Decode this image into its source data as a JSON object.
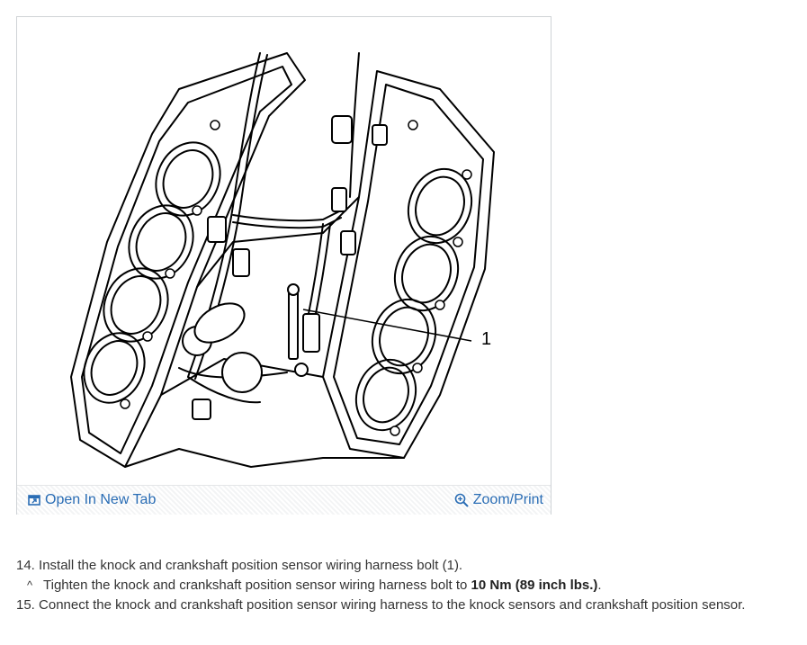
{
  "figure": {
    "callout": "1",
    "toolbar": {
      "open_tab_label": "Open In New Tab",
      "zoom_label": "Zoom/Print",
      "link_color": "#2a6db5"
    }
  },
  "steps": [
    {
      "number": "14.",
      "text": "Install the knock and crankshaft position sensor wiring harness bolt (1).",
      "sub": {
        "marker": "^",
        "prefix": "Tighten the knock and crankshaft position sensor wiring harness bolt to ",
        "emphasis": "10 Nm (89 inch lbs.)",
        "suffix": "."
      }
    },
    {
      "number": "15.",
      "text": "Connect the knock and crankshaft position sensor wiring harness to the knock sensors and crankshaft position sensor."
    }
  ]
}
